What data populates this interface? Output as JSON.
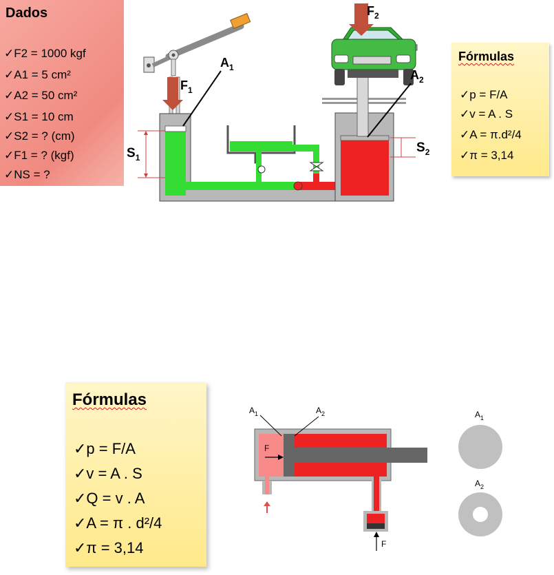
{
  "dados": {
    "title": "Dados",
    "items": [
      "✓F2 = 1000 kgf",
      "✓A1 = 5 cm²",
      "✓A2 = 50 cm²",
      "✓S1 = 10 cm",
      "✓S2 = ? (cm)",
      "✓F1 = ? (kgf)",
      "✓NS = ?"
    ]
  },
  "formulas_top": {
    "title": "Fórmulas",
    "items": [
      "✓p = F/A",
      "✓v = A . S",
      "✓A = π.d²/4",
      "✓π = 3,14"
    ]
  },
  "formulas_bottom": {
    "title": "Fórmulas",
    "items": [
      "✓p = F/A",
      "✓v = A . S",
      "✓Q = v . A",
      "✓A = π . d²/4",
      "✓π = 3,14"
    ]
  },
  "press_diagram": {
    "labels": {
      "f1": "F",
      "f1_sub": "1",
      "f2": "F",
      "f2_sub": "2",
      "a1": "A",
      "a1_sub": "1",
      "a2": "A",
      "a2_sub": "2",
      "s1": "S",
      "s1_sub": "1",
      "s2": "S",
      "s2_sub": "2"
    }
  },
  "cylinder_diagram": {
    "labels": {
      "a1": "A",
      "a1_sub": "1",
      "a2": "A",
      "a2_sub": "2",
      "f_inside": "F",
      "f_bottom": "F",
      "circle_a1": "A",
      "circle_a1_sub": "1",
      "circle_a2": "A",
      "circle_a2_sub": "2"
    }
  },
  "colors": {
    "green_fluid": "#33dd33",
    "red_fluid": "#ee2222",
    "light_red": "#f88a8a",
    "gray": "#9a9a9a",
    "arrow_brown": "#c0503a",
    "note_yellow": "#ffe98a",
    "note_pink": "#f4a096"
  }
}
